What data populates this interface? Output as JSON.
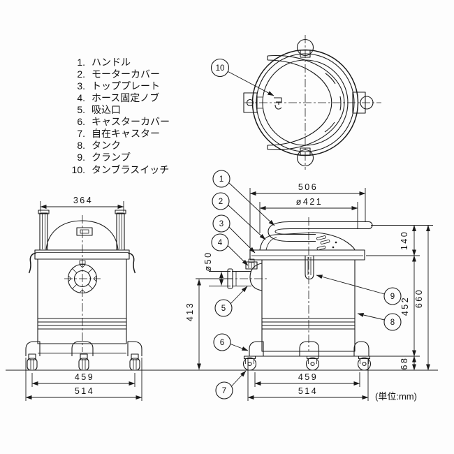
{
  "parts_list": {
    "items": [
      {
        "num": "1.",
        "label": "ハンドル"
      },
      {
        "num": "2.",
        "label": "モーターカバー"
      },
      {
        "num": "3.",
        "label": "トッププレート"
      },
      {
        "num": "4.",
        "label": "ホース固定ノブ"
      },
      {
        "num": "5.",
        "label": "吸込口"
      },
      {
        "num": "6.",
        "label": "キャスターカバー"
      },
      {
        "num": "7.",
        "label": "自在キャスター"
      },
      {
        "num": "8.",
        "label": "タンク"
      },
      {
        "num": "9.",
        "label": "クランプ"
      },
      {
        "num": "10.",
        "label": "タンブラスイッチ"
      }
    ]
  },
  "callouts": {
    "numbers": [
      "1",
      "2",
      "3",
      "4",
      "5",
      "6",
      "7",
      "8",
      "9",
      "10"
    ]
  },
  "front_view": {
    "dim_handle_width": "364",
    "dim_caster_pitch": "459",
    "dim_overall_width": "514"
  },
  "side_view": {
    "dim_overall_length": "506",
    "dim_lid_diameter": "ø421",
    "dim_inlet_diameter": "ø50",
    "dim_inlet_center_height": "413",
    "dim_head_height": "140",
    "dim_tank_height": "452",
    "dim_base_height": "68",
    "dim_overall_height": "660",
    "dim_caster_pitch": "459",
    "dim_overall_width": "514"
  },
  "unit_note": "(単位:mm)",
  "colors": {
    "line": "#1a1a1a",
    "background": "#fdfdfd"
  }
}
